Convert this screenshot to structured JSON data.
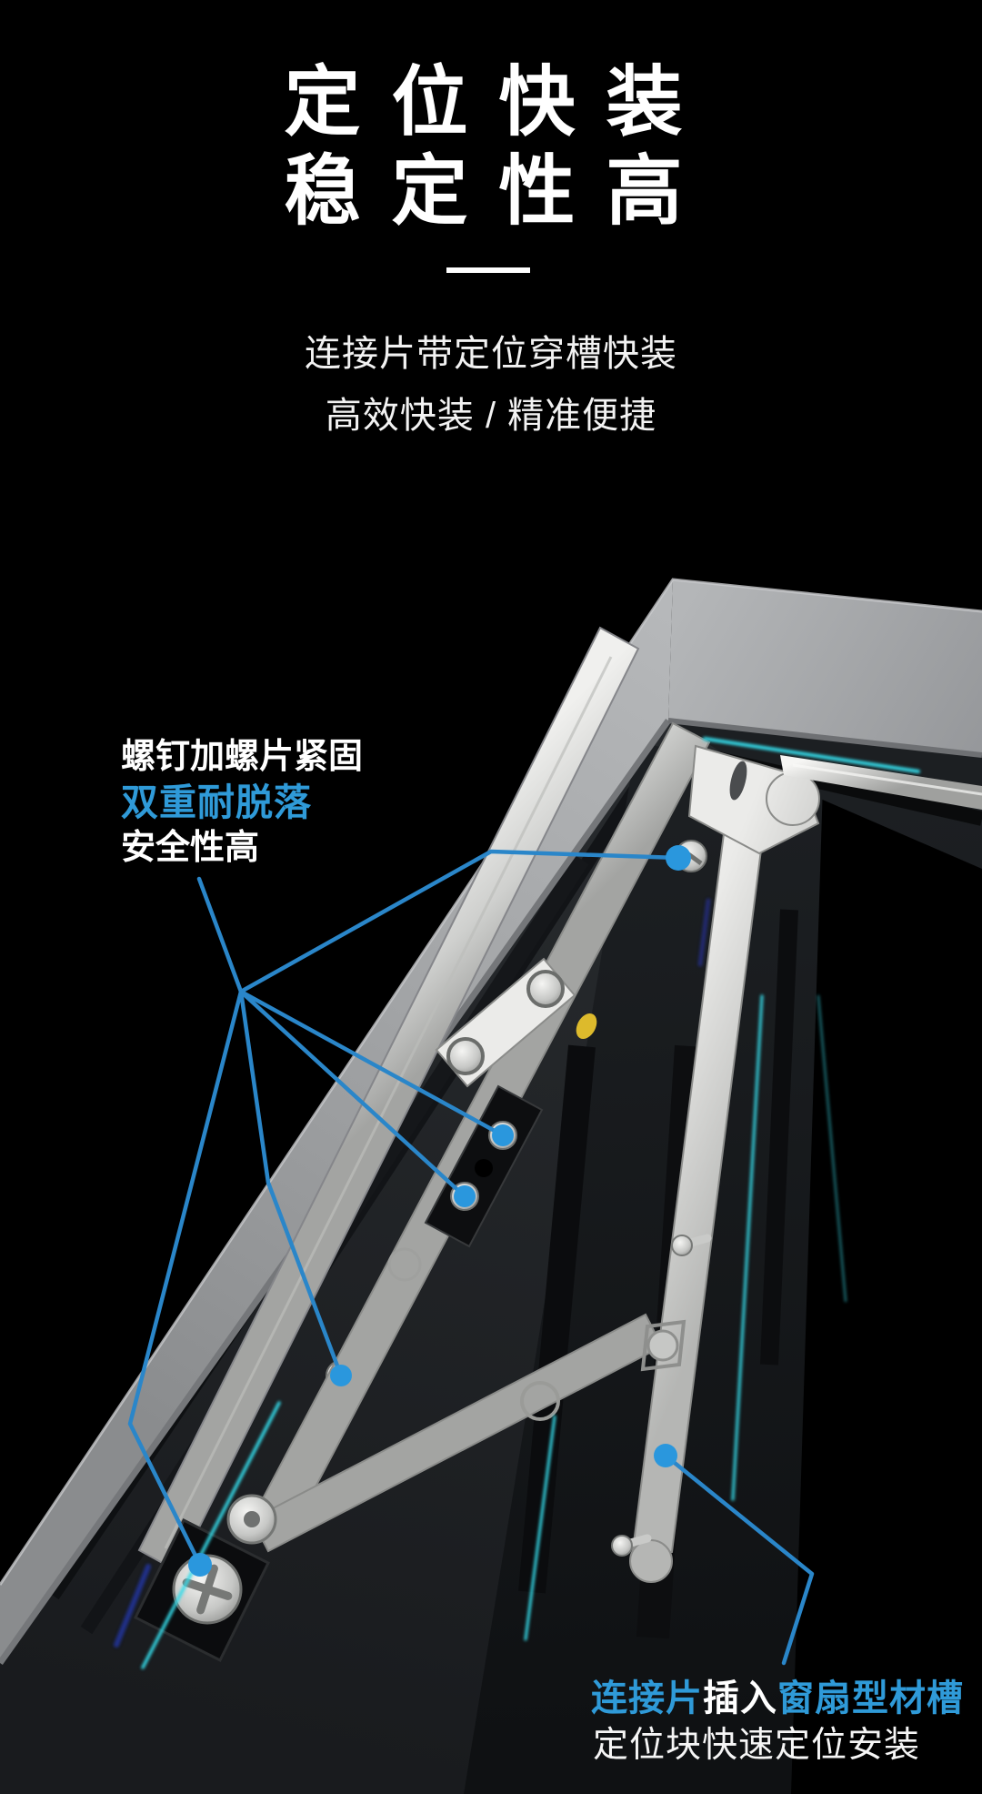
{
  "header": {
    "title_line1": "定位快装",
    "title_line2": "稳定性高",
    "subtitle_line1": "连接片带定位穿槽快装",
    "subtitle_line2": "高效快装 / 精准便捷"
  },
  "annotations": {
    "left": {
      "line1": "螺钉加螺片紧固",
      "line2": "双重耐脱落",
      "line3": "安全性高"
    },
    "bottom_right": {
      "segment_blue_1": "连接片",
      "segment_white": "插入",
      "segment_blue_2": "窗扇型材槽",
      "line2": "定位块快速定位安装"
    }
  },
  "colors": {
    "background": "#000000",
    "accent_text_blue": "#2f9ad8",
    "callout_line_blue": "#2a86c9",
    "callout_dot_blue": "#2a97dd",
    "glow_cyan": "#35dbe9",
    "frame_gray": "#a8aaac",
    "hardware_silver": "#d9dad8",
    "slider_yellow": "#ddba2c",
    "text_white": "#ffffff"
  }
}
